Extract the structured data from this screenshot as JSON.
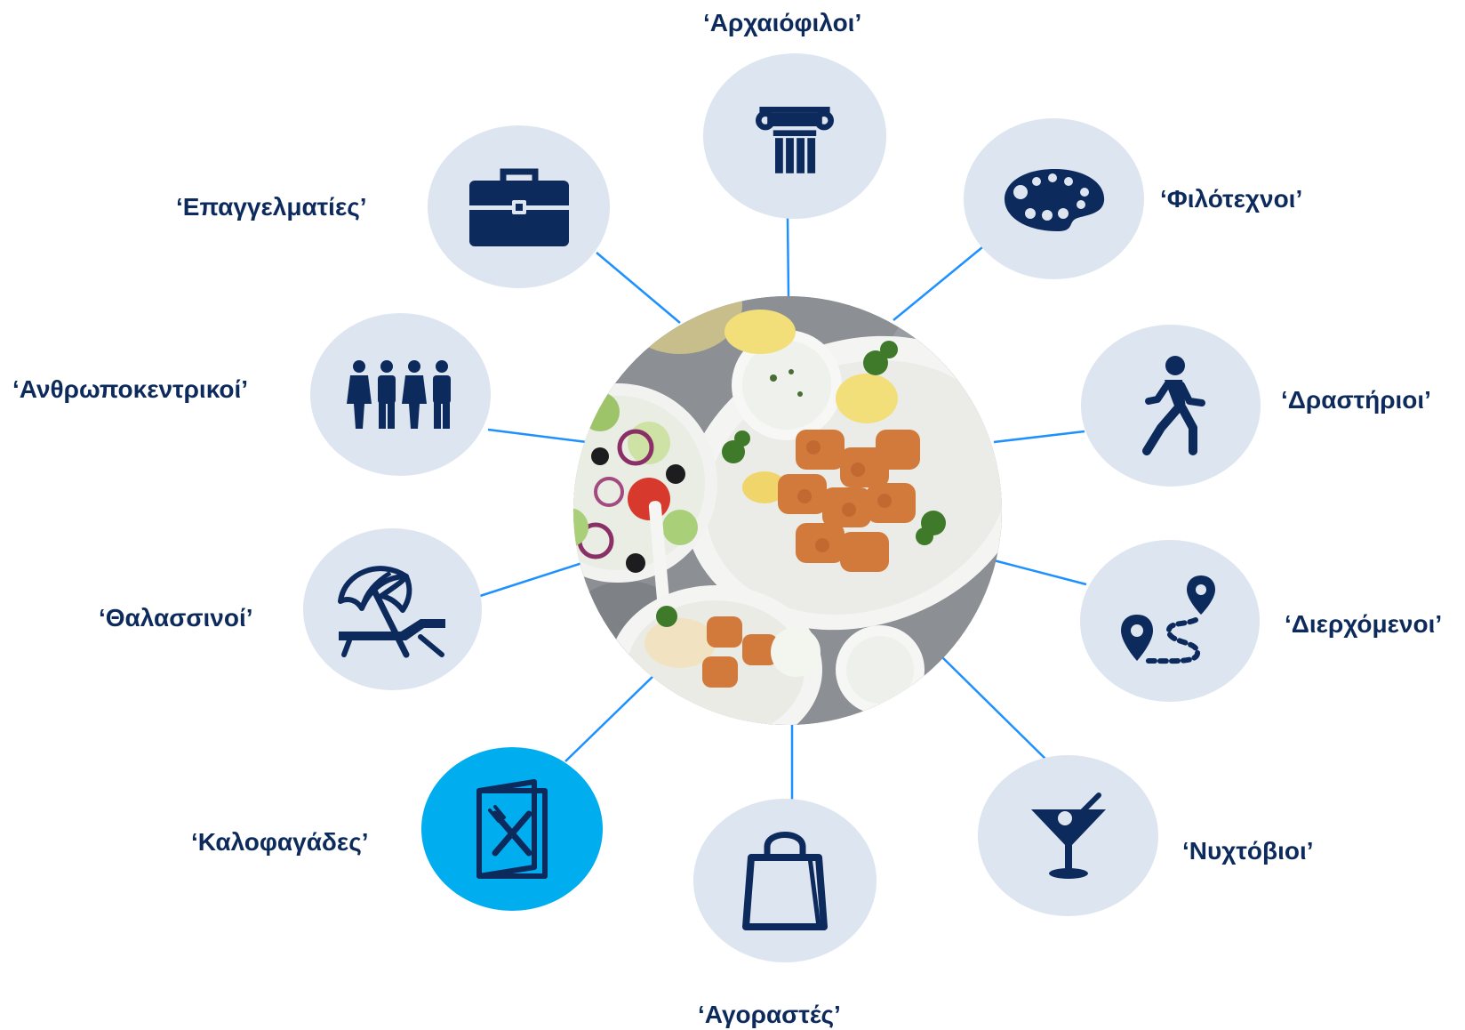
{
  "personas": [
    {
      "key": "archaiofiloi",
      "label": "‘Αρχαιόφιλοι’",
      "icon": "ionic-column-icon",
      "active": false
    },
    {
      "key": "filotexnoi",
      "label": "‘Φιλότεχνοι’",
      "icon": "paint-palette-icon",
      "active": false
    },
    {
      "key": "drastirioi",
      "label": "‘Δραστήριοι’",
      "icon": "walking-person-icon",
      "active": false
    },
    {
      "key": "dierxomenoi",
      "label": "‘Διερχόμενοι’",
      "icon": "route-pins-icon",
      "active": false
    },
    {
      "key": "nyxtovioi",
      "label": "‘Νυχτόβιοι’",
      "icon": "cocktail-glass-icon",
      "active": false
    },
    {
      "key": "agorastes",
      "label": "‘Αγοραστές’",
      "icon": "shopping-bag-icon",
      "active": false
    },
    {
      "key": "kalofagades",
      "label": "‘Καλοφαγάδες’",
      "icon": "menu-cutlery-icon",
      "active": true
    },
    {
      "key": "thalassinoi",
      "label": "‘Θαλασσινοί’",
      "icon": "beach-umbrella-lounger-icon",
      "active": false
    },
    {
      "key": "anthropokentrikoi",
      "label": "‘Ανθρωποκεντρικοί’",
      "icon": "group-of-people-icon",
      "active": false
    },
    {
      "key": "epaggelmaties",
      "label": "‘Επαγγελματίες’",
      "icon": "briefcase-icon",
      "active": false
    }
  ],
  "center_image": {
    "icon": "greek-food-photo"
  },
  "colors": {
    "icon_navy": "#0d2a5c",
    "node_bg": "#dde5f0",
    "node_active_bg": "#00aeef",
    "connector": "#1e90ff",
    "label_text": "#0d2a5c"
  }
}
